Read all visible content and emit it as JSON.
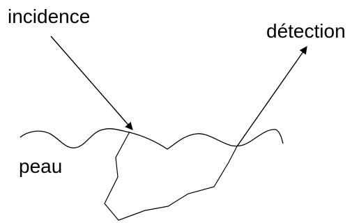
{
  "labels": {
    "incidence": "incidence",
    "detection": "détection",
    "skin": "peau"
  },
  "colors": {
    "ink": "#000000",
    "background": "#ffffff"
  }
}
